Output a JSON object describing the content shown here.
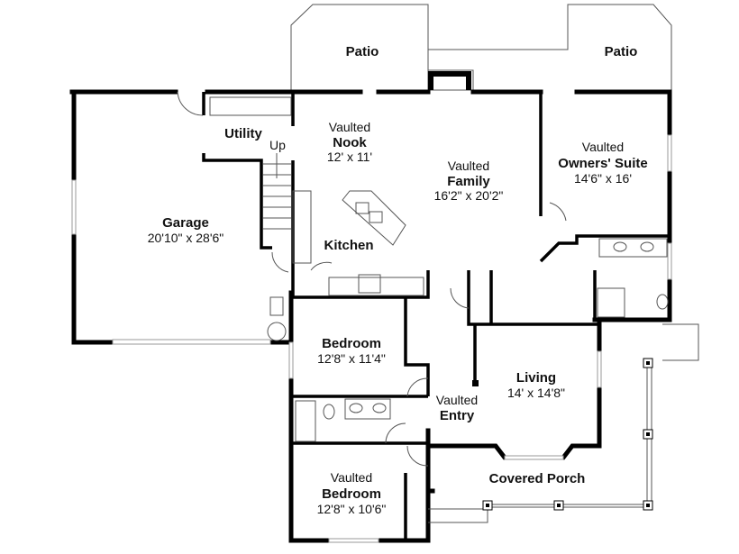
{
  "rooms": {
    "patio_left": {
      "name": "Patio"
    },
    "patio_right": {
      "name": "Patio"
    },
    "utility": {
      "name": "Utility"
    },
    "stairs": {
      "label": "Up"
    },
    "nook": {
      "qualifier": "Vaulted",
      "name": "Nook",
      "size": "12' x 11'"
    },
    "family": {
      "qualifier": "Vaulted",
      "name": "Family",
      "size": "16'2\" x 20'2\""
    },
    "owners_suite": {
      "qualifier": "Vaulted",
      "name": "Owners' Suite",
      "size": "14'6\" x 16'"
    },
    "garage": {
      "name": "Garage",
      "size": "20'10\" x 28'6\""
    },
    "kitchen": {
      "name": "Kitchen"
    },
    "bedroom1": {
      "name": "Bedroom",
      "size": "12'8\" x 11'4\""
    },
    "living": {
      "name": "Living",
      "size": "14' x 14'8\""
    },
    "entry": {
      "qualifier": "Vaulted",
      "name": "Entry"
    },
    "porch": {
      "name": "Covered Porch"
    },
    "bedroom2": {
      "qualifier": "Vaulted",
      "name": "Bedroom",
      "size": "12'8\" x 10'6\""
    }
  }
}
